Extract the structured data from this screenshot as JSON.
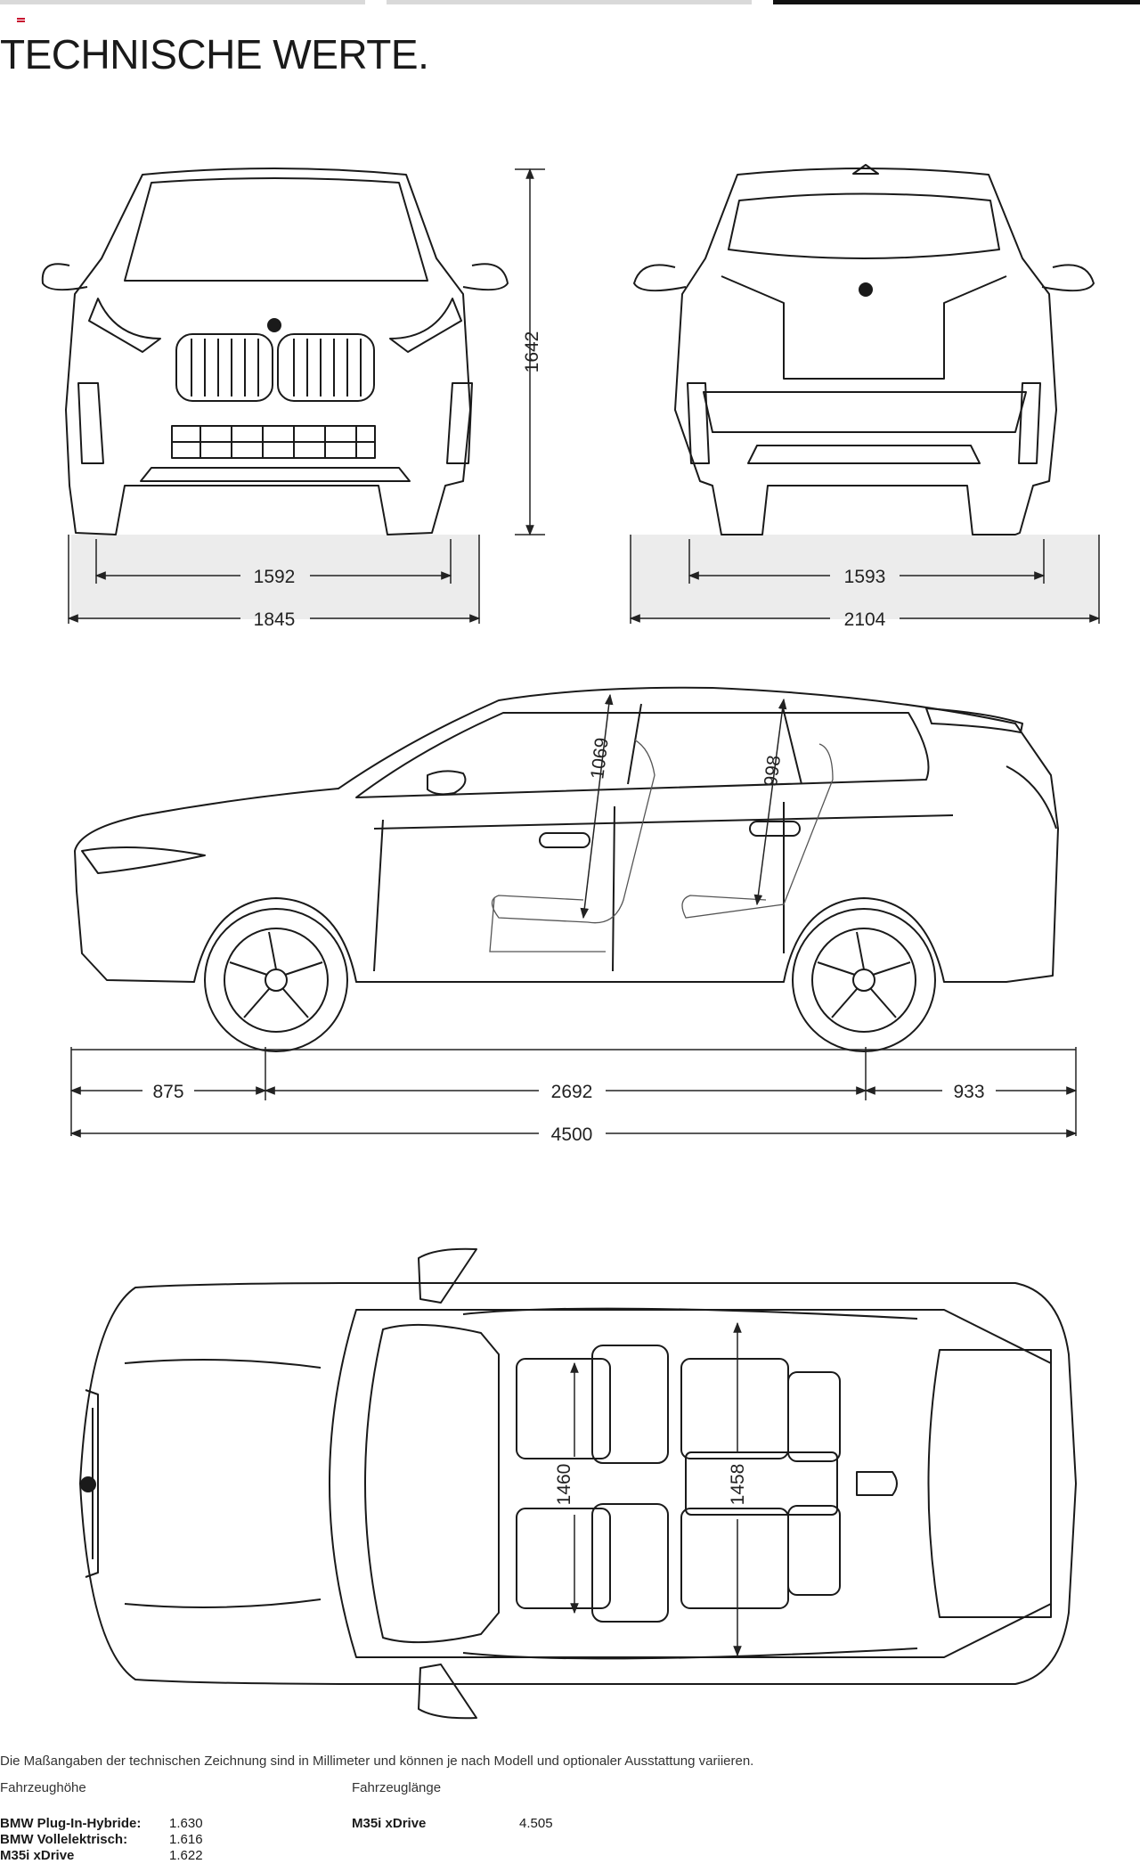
{
  "title": "TECHNISCHE WERTE.",
  "icons": {
    "menu": "menu-icon",
    "logo": "bmw-roundel-icon"
  },
  "dimensions": {
    "front_track": "1592",
    "front_width": "1845",
    "rear_track": "1593",
    "width_mirrors": "2104",
    "height": "1642",
    "front_headroom": "1069",
    "rear_headroom": "998",
    "front_overhang": "875",
    "wheelbase": "2692",
    "rear_overhang": "933",
    "length": "4500",
    "front_shoulder": "1460",
    "rear_shoulder": "1458"
  },
  "footnote": "Die Maßangaben der technischen Zeichnung sind in Millimeter und können je nach Modell und optionaler Ausstattung variieren.",
  "height_table": {
    "label": "Fahrzeughöhe",
    "rows": [
      {
        "model": "BMW Plug-In-Hybride:",
        "value": "1.630"
      },
      {
        "model": "BMW Vollelektrisch:",
        "value": "1.616"
      },
      {
        "model": "M35i xDrive",
        "value": "1.622"
      }
    ]
  },
  "length_table": {
    "label": "Fahrzeuglänge",
    "rows": [
      {
        "model": "M35i xDrive",
        "value": "4.505"
      }
    ]
  }
}
